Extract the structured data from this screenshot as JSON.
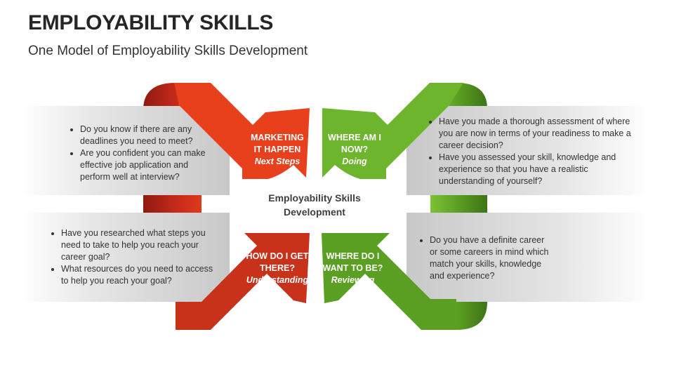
{
  "header": {
    "title": "EMPLOYABILITY SKILLS",
    "subtitle": "One Model of Employability Skills Development"
  },
  "center": {
    "label_line1": "Employability Skills",
    "label_line2": "Development"
  },
  "quadrants": {
    "marketing": {
      "line1": "MARKETING",
      "line2": "IT HAPPEN",
      "sub": "Next Steps"
    },
    "where_am_i": {
      "line1": "WHERE AM I",
      "line2": "NOW?",
      "sub": "Doing"
    },
    "how_do_i": {
      "line1": "HOW DO I GET",
      "line2": "THERE?",
      "sub": "Understanding"
    },
    "where_do_i": {
      "line1": "WHERE DO I",
      "line2": "WANT TO BE?",
      "sub": "Reviewing"
    }
  },
  "panels": {
    "top_left": [
      "Do you know if there are any deadlines you need to meet?",
      "Are you confident you can make effective job application and perform well at interview?"
    ],
    "top_right": [
      "Have you made a thorough assessment of where you are now in terms of your readiness to make a career decision?",
      "Have you assessed your skill, knowledge and experience so that you have a realistic understanding of yourself?"
    ],
    "bottom_left": [
      "Have you researched what steps you need to take to help you reach your career goal?",
      "What resources do you need to access to help you reach your goal?"
    ],
    "bottom_right": [
      "Do you have a definite career or some careers in mind which match your skills, knowledge and experience?"
    ]
  },
  "colors": {
    "red_main": "#E8401C",
    "red_dark": "#C0281A",
    "green_main": "#6CB52D",
    "green_dark": "#4E8C1E",
    "panel_gray": "#D9D9D9"
  }
}
